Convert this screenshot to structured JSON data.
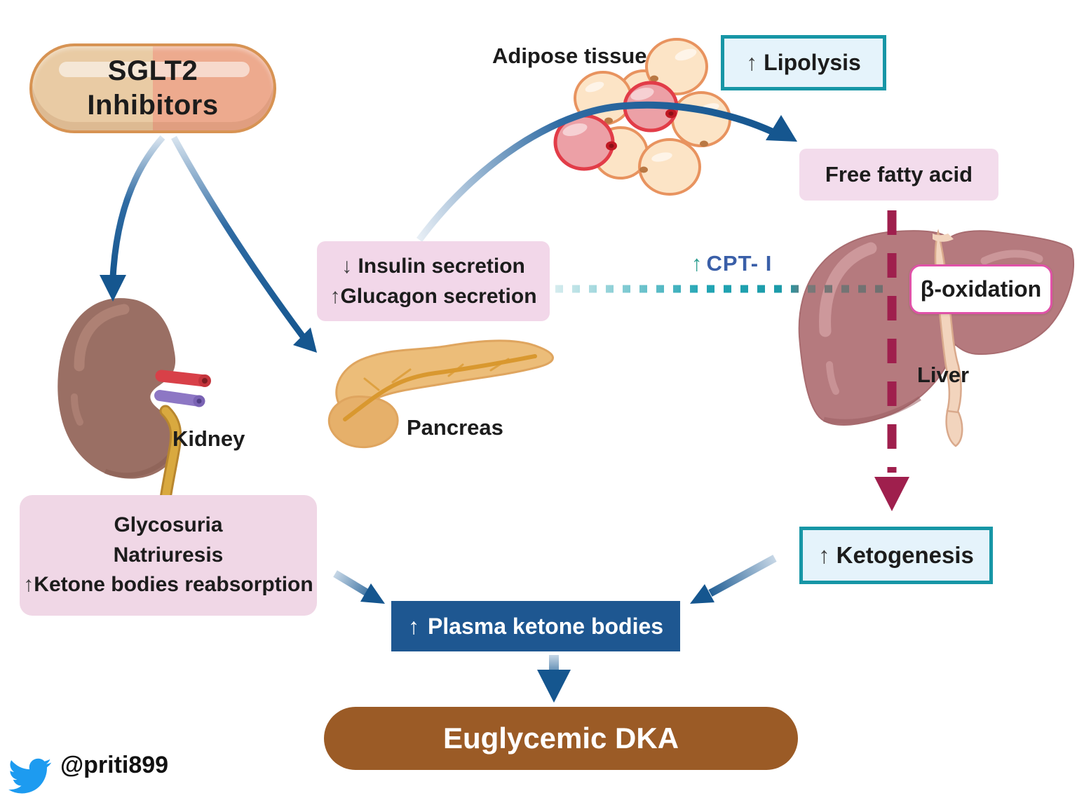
{
  "pill": {
    "line1": "SGLT2",
    "line2": "Inhibitors"
  },
  "labels": {
    "adipose": "Adipose tissue",
    "kidney": "Kidney",
    "pancreas": "Pancreas",
    "liver": "Liver"
  },
  "boxes": {
    "lipolysis": {
      "arrow": "↑",
      "label": "Lipolysis"
    },
    "free_fatty_acid": {
      "label": "Free fatty acid"
    },
    "insulin_glucagon": {
      "lines": [
        {
          "arrow": "↓",
          "text": " Insulin secretion"
        },
        {
          "arrow": "↑",
          "text": "Glucagon secretion"
        }
      ]
    },
    "cpt": {
      "arrow": "↑",
      "label": "CPT- I"
    },
    "beta_oxidation": {
      "label": "β-oxidation"
    },
    "glycosuria": {
      "line1": "Glycosuria",
      "line2": "Natriuresis",
      "line3_arrow": "↑",
      "line3": "Ketone bodies reabsorption"
    },
    "ketogenesis": {
      "arrow": "↑",
      "label": "Ketogenesis"
    },
    "plasma": {
      "arrow": "↑",
      "label": "Plasma ketone bodies"
    },
    "dka": {
      "label": "Euglycemic DKA"
    }
  },
  "credit": {
    "handle": "@priti899"
  },
  "palette": {
    "pill_left": "#e9cba4",
    "pill_right": "#edaa8e",
    "pill_border": "#d79353",
    "pink_box_bg": "#f2d7e9",
    "light_blue_box_bg": "#e5f3fb",
    "teal_border": "#1796a6",
    "beta_border": "#e052a8",
    "plasma_blue": "#1e5791",
    "dka_brown": "#9b5b26",
    "arrow_blue": "#15568f",
    "dotted_teal": "#1fa3b3",
    "dashed_red": "#9f1f4d",
    "cpt_text_blue": "#3a5fa8",
    "cpt_arrow_teal": "#2a9d8f",
    "twitter_blue": "#1d9bf0"
  }
}
